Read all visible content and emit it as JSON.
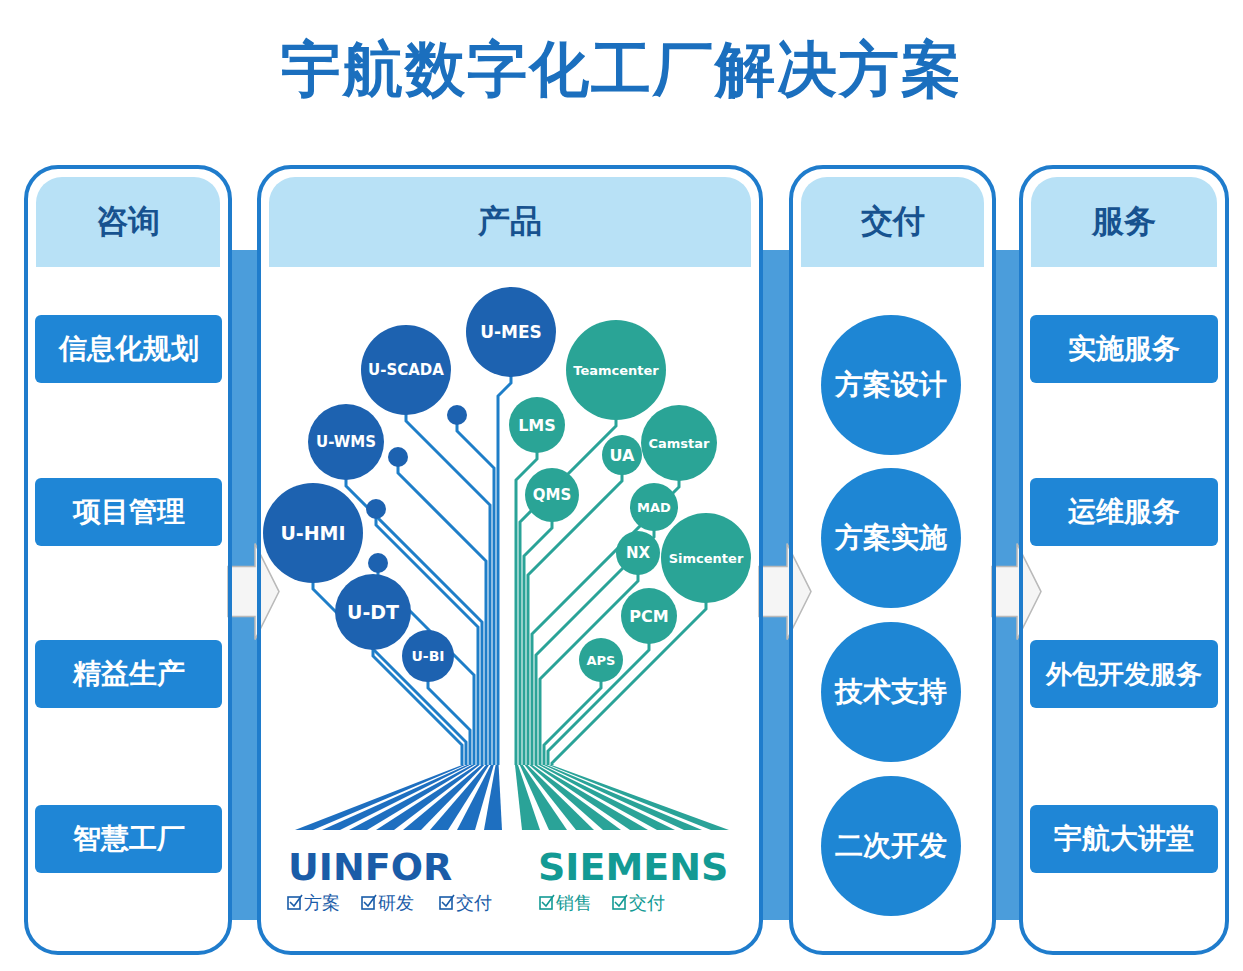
{
  "diagram": {
    "title": "宇航数字化工厂解决方案",
    "nodes": [
      {
        "text": [
          "咨询"
        ]
      },
      {
        "text": [
          "信息化规划"
        ],
        "in": 0
      },
      {
        "text": [
          "项目管理"
        ],
        "in": 0
      },
      {
        "text": [
          "精益生产"
        ],
        "in": 0
      },
      {
        "text": [
          "智慧工厂"
        ],
        "in": 0
      },
      {
        "text": [
          "产品"
        ]
      },
      {
        "text": [
          "U-MES"
        ],
        "in": 5
      },
      {
        "text": [
          "U-SCADA"
        ],
        "in": 5
      },
      {
        "text": [
          "Teamcenter"
        ],
        "in": 5
      },
      {
        "text": [
          "U-WMS"
        ],
        "in": 5
      },
      {
        "text": [
          "LMS"
        ],
        "in": 5
      },
      {
        "text": [
          "UA"
        ],
        "in": 5
      },
      {
        "text": [
          "Camstar"
        ],
        "in": 5
      },
      {
        "text": [
          "U-HMI"
        ],
        "in": 5
      },
      {
        "text": [
          "QMS"
        ],
        "in": 5
      },
      {
        "text": [
          "MAD"
        ],
        "in": 5
      },
      {
        "text": [
          "NX"
        ],
        "in": 5
      },
      {
        "text": [
          "Simcenter"
        ],
        "in": 5
      },
      {
        "text": [
          "U-DT"
        ],
        "in": 5
      },
      {
        "text": [
          "PCM"
        ],
        "in": 5
      },
      {
        "text": [
          "U-BI"
        ],
        "in": 5
      },
      {
        "text": [
          "APS"
        ],
        "in": 5
      },
      {
        "text": [
          "交付"
        ]
      },
      {
        "text": [
          "方案设计"
        ],
        "in": 22
      },
      {
        "text": [
          "方案实施"
        ],
        "in": 22
      },
      {
        "text": [
          "技术支持"
        ],
        "in": 22
      },
      {
        "text": [
          "二次开发"
        ],
        "in": 22
      },
      {
        "text": [
          "服务"
        ]
      },
      {
        "text": [
          "实施服务"
        ],
        "in": 27
      },
      {
        "text": [
          "运维服务"
        ],
        "in": 27
      },
      {
        "text": [
          "外包开发服务"
        ],
        "in": 27
      },
      {
        "text": [
          "宇航大讲堂"
        ],
        "in": 27
      }
    ],
    "edges": [
      {
        "from": 0,
        "to": 5,
        "arrow": "to"
      },
      {
        "from": 5,
        "to": 22,
        "arrow": "to"
      },
      {
        "from": 22,
        "to": 27,
        "arrow": "to"
      }
    ],
    "labels": [
      "UINFOR",
      "方案",
      "研发",
      "交付",
      "SIEMENS",
      "销售",
      "交付"
    ]
  }
}
